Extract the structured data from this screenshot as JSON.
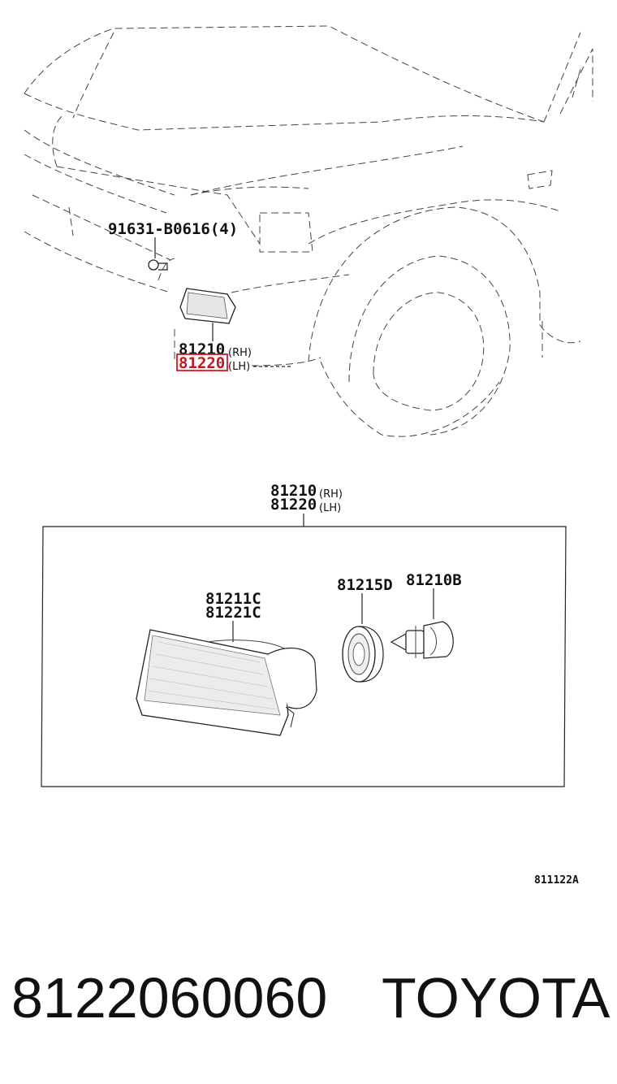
{
  "callouts": {
    "bolt": "91631-B0616(4)",
    "assy_rh": "81210",
    "assy_rh_side": "(RH)",
    "assy_lh": "81220",
    "assy_lh_side": "(LH)",
    "detail_rh": "81210",
    "detail_rh_side": "(RH)",
    "detail_lh": "81220",
    "detail_lh_side": "(LH)",
    "lens_1": "81211C",
    "lens_2": "81221C",
    "socket": "81215D",
    "bulb": "81210B",
    "illustration_code": "811122A"
  },
  "highlight": {
    "part": "81220",
    "color": "#e0141e"
  },
  "footer": {
    "part_number": "8122060060",
    "brand": "TOYOTA"
  }
}
